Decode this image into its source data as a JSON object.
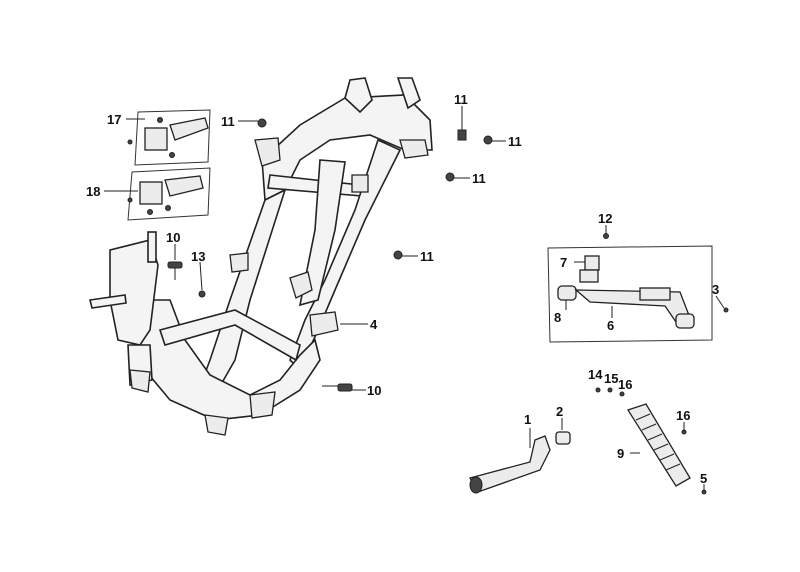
{
  "labels": {
    "l1": "1",
    "l2": "2",
    "l3": "3",
    "l4": "4",
    "l5": "5",
    "l6": "6",
    "l7": "7",
    "l8": "8",
    "l9": "9",
    "l10a": "10",
    "l10b": "10",
    "l11a": "11",
    "l11b": "11",
    "l11c": "11",
    "l11d": "11",
    "l11e": "11",
    "l12": "12",
    "l13": "13",
    "l14": "14",
    "l15": "15",
    "l16a": "16",
    "l16b": "16",
    "l17": "17",
    "l18": "18"
  },
  "colors": {
    "line": "#222222",
    "background": "#ffffff",
    "shade": "#ececec",
    "dark_fill": "#444444"
  }
}
